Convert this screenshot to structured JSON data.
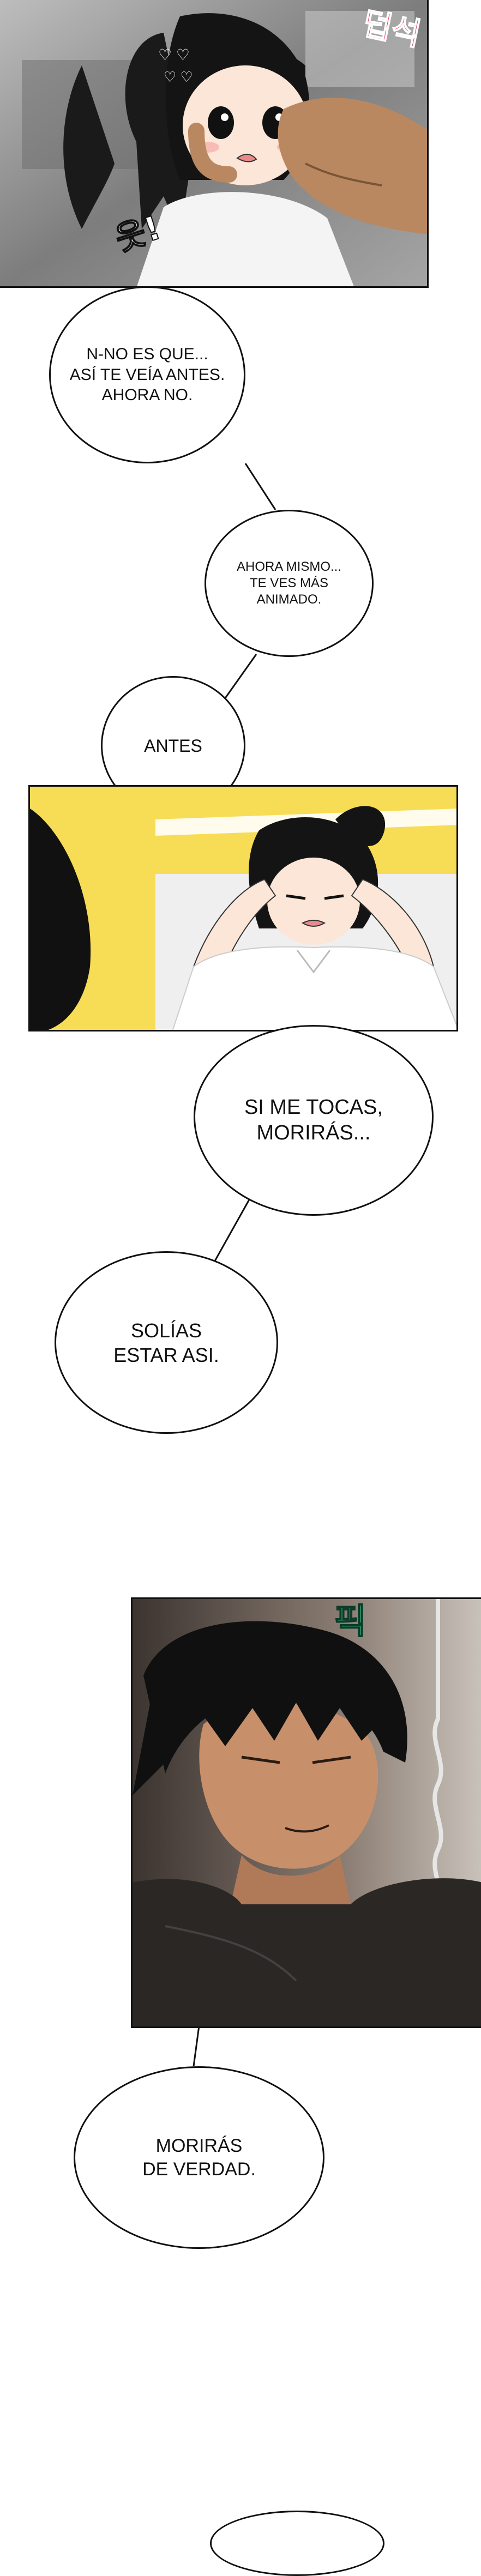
{
  "bubbles": {
    "b1": "N-NO ES QUE...\nASÍ TE VEÍA ANTES.\nAHORA NO.",
    "b2": "AHORA MISMO...\nTE VES MÁS\nANIMADO.",
    "b3": "ANTES",
    "b4": "SI ME TOCAS,\nMORIRÁS...",
    "b5": "SOLÍAS\nESTAR ASI.",
    "b6": "MORIRÁS\nDE VERDAD."
  },
  "sfx": {
    "panel1_top": "덥석",
    "panel1_side": "읏!",
    "panel3_top": "픽"
  },
  "colors": {
    "sfx_pink": "#e8335a",
    "sfx_green": "#2fae7a",
    "panel2_bg": "#f7dc56"
  }
}
